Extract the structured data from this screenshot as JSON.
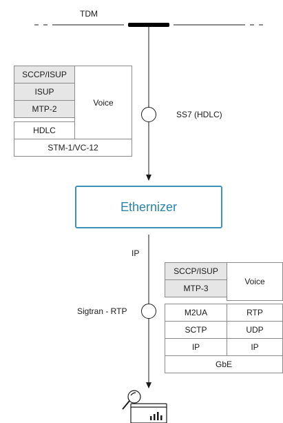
{
  "title": "TDM",
  "top_stack": {
    "sccp_isup": "SCCP/ISUP",
    "isup": "ISUP",
    "mtp2": "MTP-2",
    "voice": "Voice",
    "hdlc": "HDLC",
    "stm": "STM-1/VC-12"
  },
  "ss7_label": "SS7 (HDLC)",
  "ethernizer_label": "Ethernizer",
  "ip_label": "IP",
  "sigtran_label": "Sigtran - RTP",
  "bottom_stack": {
    "sccp_isup": "SCCP/ISUP",
    "mtp3": "MTP-3",
    "voice": "Voice",
    "m2ua": "M2UA",
    "rtp": "RTP",
    "sctp": "SCTP",
    "udp": "UDP",
    "ip_left": "IP",
    "ip_right": "IP",
    "gbe": "GbE"
  },
  "icon": "monitoring-analytics-icon",
  "colors": {
    "ethernizer_border": "#3a93b7",
    "ethernizer_text": "#2a84aa",
    "gray_cell": "#e6e6e6",
    "line": "#1a1a1a"
  }
}
